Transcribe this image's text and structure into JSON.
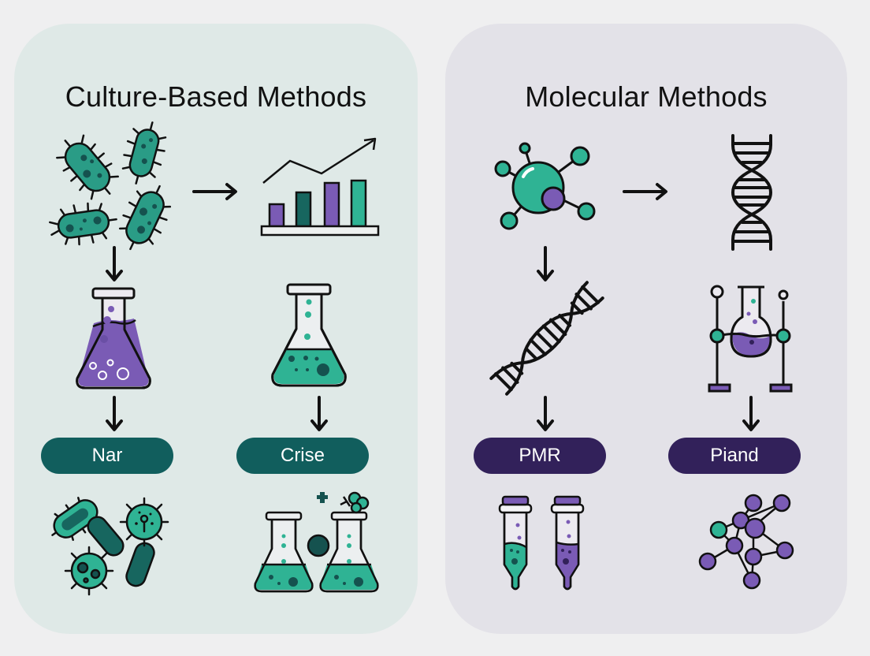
{
  "colors": {
    "background": "#efeff0",
    "culture_panel_bg": "#dfe9e7",
    "molecular_panel_bg": "#e3e2e8",
    "teal_accent": "#2fb394",
    "dark_teal": "#115e5d",
    "purple_accent": "#7a5bb5",
    "dark_purple": "#32215a",
    "outline": "#111111"
  },
  "panels": [
    {
      "title": "Culture-Based Methods",
      "icons": [
        "bacteria-cluster-icon",
        "bar-chart-growth-icon",
        "flask-purple-icon",
        "flask-teal-icon",
        "microbes-icon",
        "flasks-reaction-icon"
      ],
      "steps": [
        {
          "label": "Nar"
        },
        {
          "label": "Crise"
        }
      ]
    },
    {
      "title": "Molecular Methods",
      "icons": [
        "cell-molecule-icon",
        "dna-vertical-icon",
        "dna-diagonal-icon",
        "flask-apparatus-icon",
        "pcr-tubes-icon",
        "molecular-network-icon"
      ],
      "steps": [
        {
          "label": "PMR"
        },
        {
          "label": "Piand"
        }
      ]
    }
  ]
}
